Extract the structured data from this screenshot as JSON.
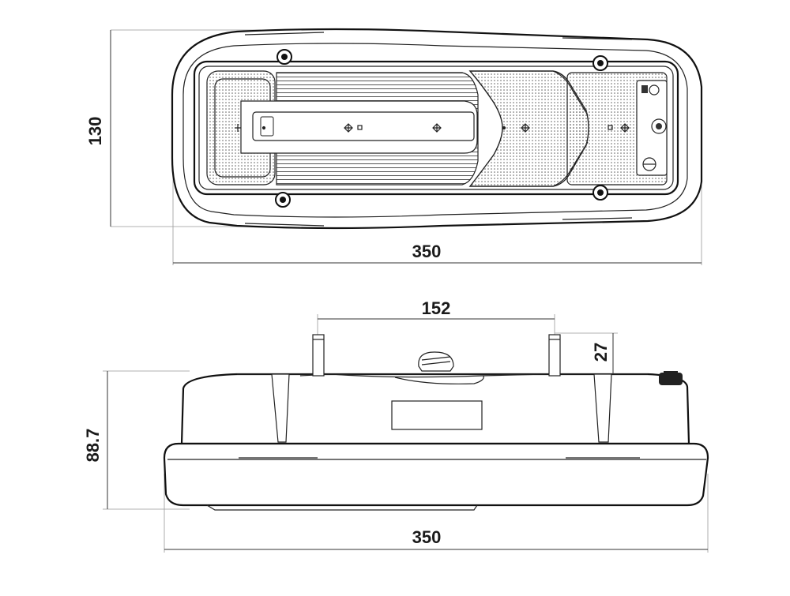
{
  "top_view": {
    "height_label": "130",
    "width_label": "350"
  },
  "side_view": {
    "stud_spacing_label": "152",
    "stud_length_label": "27",
    "height_label": "88.7",
    "width_label": "350"
  }
}
